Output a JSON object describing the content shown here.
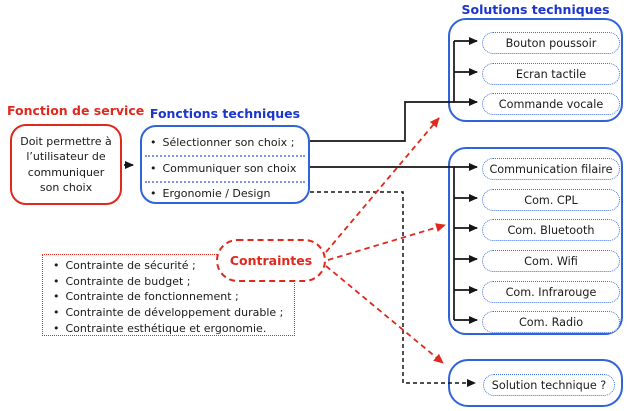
{
  "glyphs": {
    "bullet": "•"
  },
  "colors": {
    "blue_border": "#2f63d8",
    "blue_title": "#1b35cf",
    "blue_dotted": "#3c6fe2",
    "red": "#e0281d",
    "line_black": "#151515"
  },
  "labels": {
    "fonction_service_title": "Fonction de service",
    "fonctions_techniques_title": "Fonctions techniques",
    "solutions_techniques_title": "Solutions techniques",
    "contraintes_title": "Contraintes"
  },
  "service_box": {
    "lines": [
      "Doit permettre à",
      "l’utilisateur de",
      "communiquer",
      "son choix"
    ]
  },
  "fonctions_techniques": {
    "items": [
      "Sélectionner son choix ;",
      "Communiquer son choix",
      "Ergonomie / Design"
    ]
  },
  "solutions": {
    "interface": [
      "Bouton poussoir",
      "Ecran tactile",
      "Commande vocale"
    ],
    "communication": [
      "Communication filaire",
      "Com. CPL",
      "Com. Bluetooth",
      "Com. Wifi",
      "Com. Infrarouge",
      "Com. Radio"
    ],
    "other": [
      "Solution technique ?"
    ]
  },
  "contraintes": {
    "items": [
      "Contrainte de sécurité ;",
      "Contrainte de budget ;",
      "Contrainte de fonctionnement ;",
      "Contrainte de développement durable ;",
      "Contrainte esthétique et ergonomie."
    ]
  }
}
